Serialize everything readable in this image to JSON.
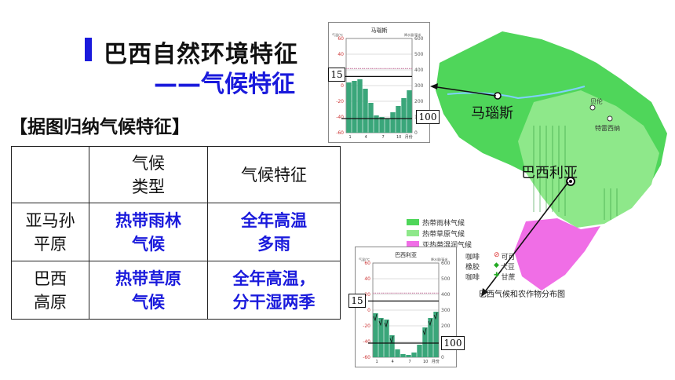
{
  "title": {
    "main": "巴西自然环境特征",
    "sub": "——气候特征"
  },
  "subtitle": "【据图归纳气候特征】",
  "table": {
    "header": [
      "",
      "气候\n类型",
      "气候特征"
    ],
    "rows": [
      {
        "region": "亚马孙\n平原",
        "type": "热带雨林\n气候",
        "feature": "全年高温\n多雨"
      },
      {
        "region": "巴西\n高原",
        "type": "热带草原\n气候",
        "feature": "全年高温，\n分干湿两季"
      }
    ]
  },
  "map": {
    "caption": "巴西气候和农作物分布图",
    "city_manaus": "马瑙斯",
    "city_brasilia": "巴西利亚",
    "small_city_1": "贝伦",
    "small_city_2": "特雷西纳",
    "legend": [
      "热带雨林气候",
      "热带草原气候",
      "亚热带湿润气候"
    ],
    "crops": [
      "咖啡",
      "可可",
      "橡胶",
      "大豆",
      "咖啡",
      "甘蔗"
    ]
  },
  "charts": {
    "manaus": {
      "title": "马瑙斯",
      "left_unit": "气温/℃",
      "right_unit": "降水量/毫米",
      "left_ticks": [
        "60",
        "40",
        "20",
        "0",
        "-20",
        "-40",
        "-60"
      ],
      "right_ticks": [
        "600",
        "500",
        "400",
        "300",
        "200",
        "100",
        "0"
      ],
      "months": [
        "1",
        "4",
        "7",
        "10",
        "月份"
      ],
      "temp_label": "15",
      "precip_label": "100"
    },
    "brasilia": {
      "title": "巴西利亚",
      "left_unit": "气温/℃",
      "right_unit": "降水量/毫米",
      "left_ticks": [
        "60",
        "40",
        "20",
        "0",
        "-20",
        "-40",
        "-60"
      ],
      "right_ticks": [
        "600",
        "500",
        "400",
        "300",
        "200",
        "100",
        "0"
      ],
      "months": [
        "1",
        "4",
        "7",
        "10",
        "月份"
      ],
      "temp_label": "15",
      "precip_label": "100"
    }
  },
  "colors": {
    "title_blue": "#1a1adc",
    "rainforest": "#4fd65a",
    "savanna": "#8ee88a",
    "subtropical": "#f06ee6",
    "bar": "#3aa67a"
  }
}
